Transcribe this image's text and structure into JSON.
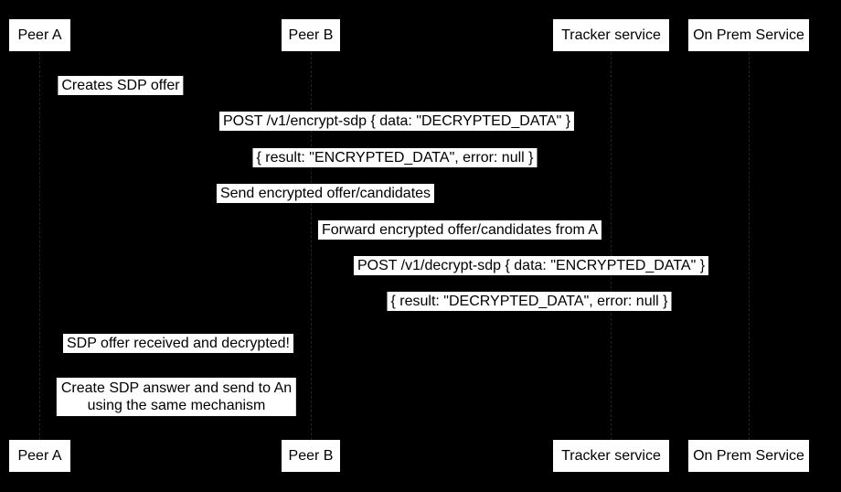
{
  "diagram": {
    "type": "sequence-diagram",
    "colors": {
      "background": "#000000",
      "participant_fill": "#ffffff",
      "participant_text": "#000000",
      "label_fill": "#ffffff",
      "label_text": "#000000",
      "lifeline": "#242424"
    },
    "participants": [
      {
        "id": "peer-a",
        "label": "Peer A"
      },
      {
        "id": "peer-b",
        "label": "Peer B"
      },
      {
        "id": "tracker-service",
        "label": "Tracker service"
      },
      {
        "id": "on-prem-service",
        "label": "On Prem Service"
      }
    ],
    "messages": [
      {
        "from": "peer-a",
        "to": "peer-a",
        "text": "Creates SDP offer"
      },
      {
        "from": "peer-a",
        "to": "on-prem-service",
        "text": "POST /v1/encrypt-sdp { data: \"DECRYPTED_DATA\" }"
      },
      {
        "from": "on-prem-service",
        "to": "peer-a",
        "text": "{ result: \"ENCRYPTED_DATA\", error: null }"
      },
      {
        "from": "peer-a",
        "to": "tracker-service",
        "text": "Send encrypted offer/candidates"
      },
      {
        "from": "tracker-service",
        "to": "peer-b",
        "text": "Forward encrypted offer/candidates from A"
      },
      {
        "from": "peer-b",
        "to": "on-prem-service",
        "text": "POST /v1/decrypt-sdp { data: \"ENCRYPTED_DATA\" }"
      },
      {
        "from": "on-prem-service",
        "to": "peer-b",
        "text": "{ result: \"DECRYPTED_DATA\", error: null }"
      },
      {
        "from": "peer-b",
        "to": "peer-a",
        "text": "SDP offer received and decrypted!"
      },
      {
        "from": "peer-b",
        "to": "peer-a",
        "lines": [
          "Create SDP answer and send to An",
          "using the same mechanism"
        ]
      }
    ]
  }
}
